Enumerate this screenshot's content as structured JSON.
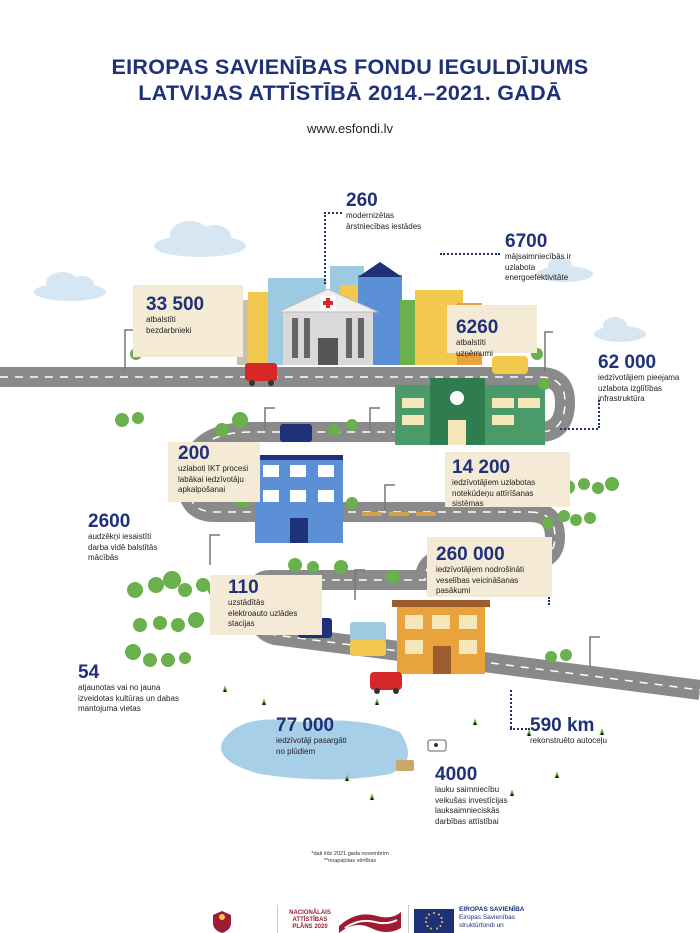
{
  "header": {
    "title_line1": "EIROPAS SAVIENĪBAS FONDU IEGULDĪJUMS",
    "title_line2": "LATVIJAS ATTĪSTĪBĀ 2014.–2021. GADĀ",
    "url": "www.esfondi.lv"
  },
  "stats": [
    {
      "number": "260",
      "text": "modernizētas ārstniecības iestādes"
    },
    {
      "number": "6700",
      "text": "mājsaimniecībās ir uzlabota energoefektivitāte"
    },
    {
      "number": "33 500",
      "text": "atbalstīti bezdarbnieki"
    },
    {
      "number": "6260",
      "text": "atbalstīti uzņēmumi"
    },
    {
      "number": "62 000",
      "text": "iedzīvotājiem pieejama uzlabota izglītības infrastruktūra"
    },
    {
      "number": "200",
      "text": "uzlaboti IKT procesi labākai iedzīvotāju apkalpošanai"
    },
    {
      "number": "14 200",
      "text": "iedzīvotājiem uzlabotas notekūdeņu attīrīšanas sistēmas"
    },
    {
      "number": "2600",
      "text": "audzēkņi iesaistīti darba vidē balstītās mācībās"
    },
    {
      "number": "260 000",
      "text": "iedzīvotājiem nodrošināti veselības veicināšanas pasākumi"
    },
    {
      "number": "110",
      "text": "uzstādītās elektroauto uzlādes stacijas"
    },
    {
      "number": "54",
      "text": "atjaunotas vai no jauna izveidotas kultūras un dabas mantojuma vietas"
    },
    {
      "number": "77 000",
      "text": "iedzīvotāji pasargāti no plūdiem"
    },
    {
      "number": "590 km",
      "text": "rekonstruēto autoceļu"
    },
    {
      "number": "4000",
      "text": "lauku saimniecību veikušas investīcijas lauksaimnieciskās darbības attīstībai"
    }
  ],
  "footnotes": {
    "line1": "*dati līdz 2021.gada novembrim",
    "line2": "**noapaļotas vērtības"
  },
  "footer": {
    "nap_line1": "NACIONĀLAIS",
    "nap_line2": "ATTĪSTĪBAS",
    "nap_line3": "PLĀNS 2020",
    "eu_title": "EIROPAS SAVIENĪBA",
    "eu_line1": "Eiropas Savienības",
    "eu_line2": "struktūrfondi un"
  },
  "colors": {
    "title": "#1f3178",
    "road": "#8a8a8a",
    "box": "#f5ead6",
    "water": "#a8cfe8",
    "tree": "#6ab04c",
    "flag_red": "#9e1b32"
  }
}
